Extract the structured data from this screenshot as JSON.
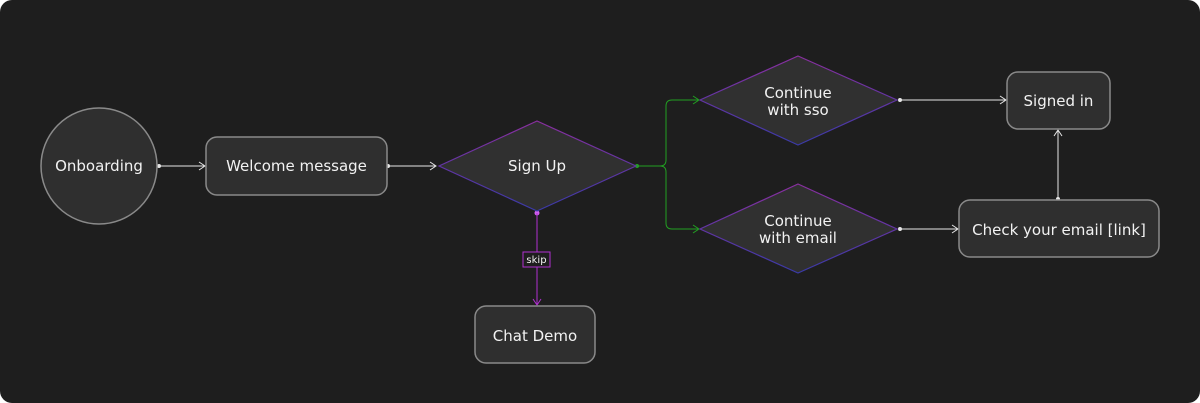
{
  "colors": {
    "background": "#1e1e1e",
    "node_fill": "#2f2f2f",
    "node_stroke": "#8a8a8a",
    "decision_fill": "#303030",
    "text": "#f2f2f2",
    "edge_default": "#e6e6e6",
    "edge_green": "#22a022",
    "edge_purple": "#b030d0",
    "decision_stroke_top": "#8a2fa0",
    "decision_stroke_bottom": "#3a3aa8"
  },
  "nodes": {
    "onboarding": "Onboarding",
    "welcome": "Welcome message",
    "signup": "Sign Up",
    "chat_demo": "Chat Demo",
    "continue_sso": [
      "Continue",
      "with sso"
    ],
    "continue_email": [
      "Continue",
      "with email"
    ],
    "signed_in": "Signed in",
    "check_email": "Check your email [link]"
  },
  "edges": {
    "skip_label": "skip"
  }
}
